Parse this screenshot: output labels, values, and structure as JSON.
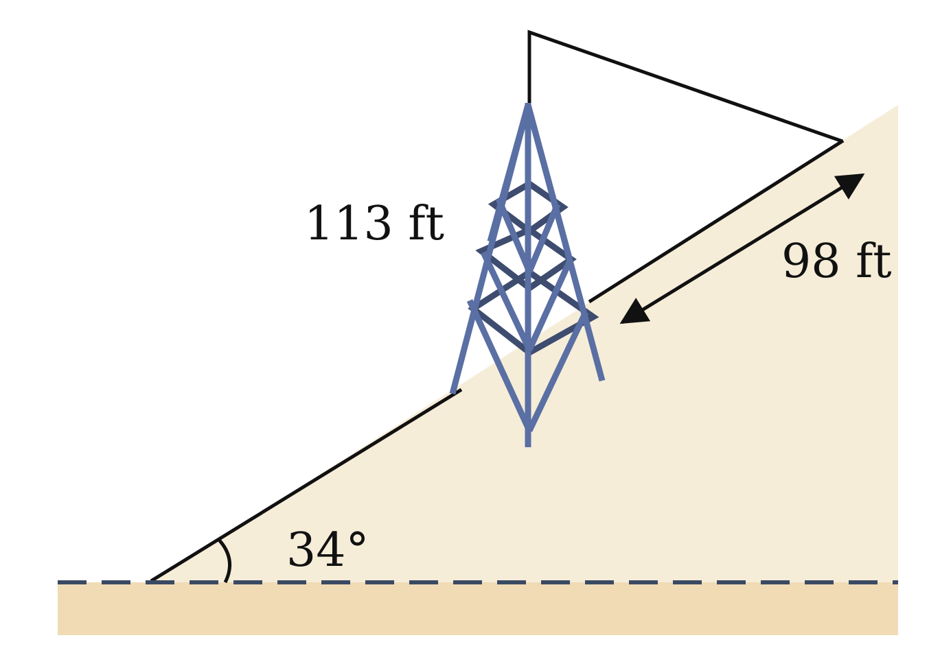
{
  "diagram": {
    "tower_height_label": "113 ft",
    "slope_distance_label": "98 ft",
    "angle_label": "34°"
  },
  "colors": {
    "slope_fill": "#F6EDD9",
    "ground_fill": "#F0DBB5",
    "dashed_line": "#3B4A63",
    "tower": "#5A6FA3",
    "tower_dark": "#3E4C70",
    "line": "#111111"
  }
}
